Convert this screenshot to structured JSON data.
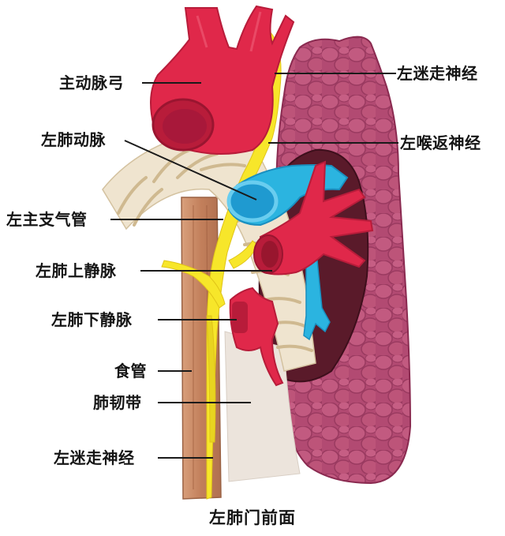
{
  "figure": {
    "caption": "左肺门前面",
    "labels_left": [
      {
        "id": "aortic-arch",
        "text": "主动脉弓"
      },
      {
        "id": "left-pulmonary-artery",
        "text": "左肺动脉"
      },
      {
        "id": "left-main-bronchus",
        "text": "左主支气管"
      },
      {
        "id": "left-superior-pulmonary-vein",
        "text": "左肺上静脉"
      },
      {
        "id": "left-inferior-pulmonary-vein",
        "text": "左肺下静脉"
      },
      {
        "id": "esophagus",
        "text": "食管"
      },
      {
        "id": "pulmonary-ligament",
        "text": "肺韧带"
      },
      {
        "id": "left-vagus-nerve-lower",
        "text": "左迷走神经"
      }
    ],
    "labels_right": [
      {
        "id": "left-vagus-nerve-upper",
        "text": "左迷走神经"
      },
      {
        "id": "left-recurrent-laryngeal-nerve",
        "text": "左喉返神经"
      }
    ],
    "colors": {
      "artery_red": "#e0284a",
      "artery_dark": "#b81c3a",
      "pulmonary_artery_blue": "#2bb4e0",
      "nerve_yellow": "#f7e62a",
      "lung_pink": "#b24a72",
      "lung_dark": "#5a1a2a",
      "bronchus_cream": "#efe4cf",
      "esophagus_brown": "#c98d6a",
      "ligament_grey": "#ece4dc"
    }
  }
}
